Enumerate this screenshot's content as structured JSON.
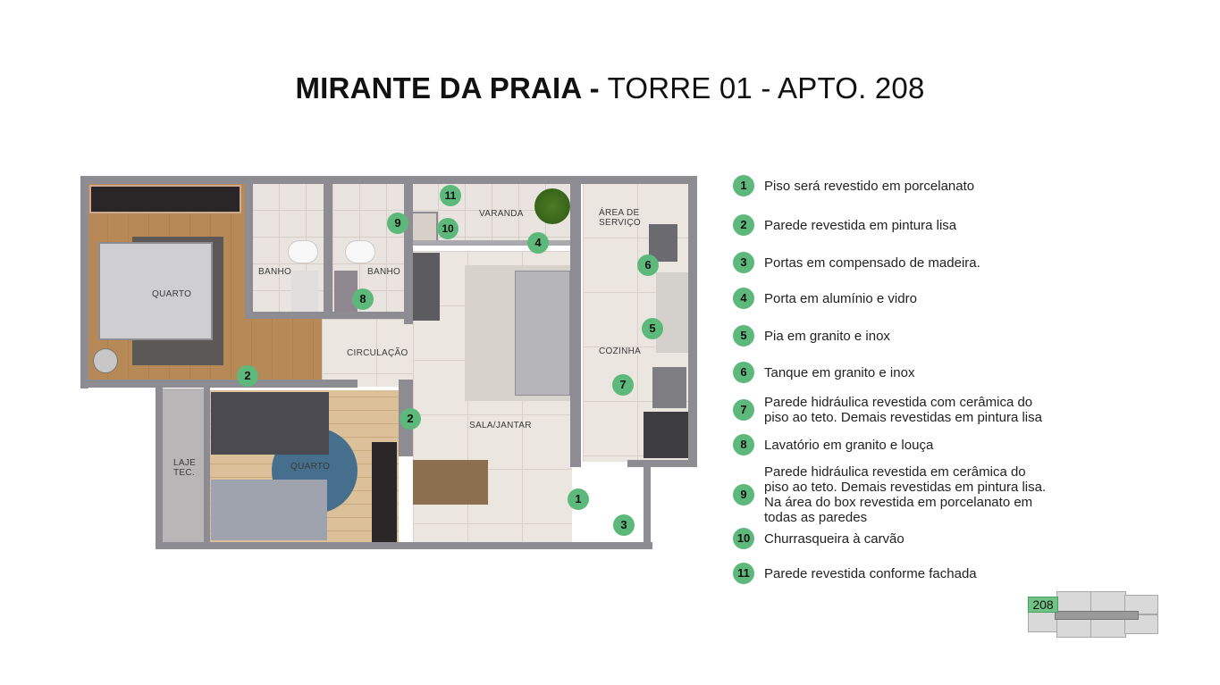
{
  "title": {
    "bold": "MIRANTE DA PRAIA -",
    "light": "TORRE 01 - APTO. 208"
  },
  "plan": {
    "rooms": {
      "quarto_1": "QUARTO",
      "banho_1": "BANHO",
      "banho_2": "BANHO",
      "circulacao": "CIRCULAÇÃO",
      "varanda": "VARANDA",
      "area_servico_1": "ÁREA DE",
      "area_servico_2": "SERVIÇO",
      "cozinha": "COZINHA",
      "sala_jantar": "SALA/JANTAR",
      "quarto_2": "QUARTO",
      "laje_1": "LAJE",
      "laje_2": "TEC."
    },
    "markers": {
      "m11": "11",
      "m9": "9",
      "m10": "10",
      "m4": "4",
      "m6": "6",
      "m8": "8",
      "m5": "5",
      "m2a": "2",
      "m7": "7",
      "m2b": "2",
      "m1": "1",
      "m3": "3"
    }
  },
  "legend": {
    "accent_color": "#5cb97b",
    "items": [
      {
        "num": "1",
        "text": "Piso será revestido em porcelanato"
      },
      {
        "num": "2",
        "text": "Parede revestida em pintura lisa"
      },
      {
        "num": "3",
        "text": "Portas em compensado de madeira."
      },
      {
        "num": "4",
        "text": "Porta em alumínio e vidro"
      },
      {
        "num": "5",
        "text": "Pia em granito e inox"
      },
      {
        "num": "6",
        "text": "Tanque em granito e inox"
      },
      {
        "num": "7",
        "text": "Parede hidráulica revestida com cerâmica do piso ao teto. Demais revestidas em pintura lisa"
      },
      {
        "num": "8",
        "text": "Lavatório em granito e louça"
      },
      {
        "num": "9",
        "text": "Parede hidráulica revestida em cerâmica do piso ao teto. Demais revestidas em pintura lisa. Na área do box revestida em porcelanato em todas as paredes"
      },
      {
        "num": "10",
        "text": "Churrasqueira à carvão"
      },
      {
        "num": "11",
        "text": "Parede revestida conforme fachada"
      }
    ]
  },
  "keyplan": {
    "unit_label": "208"
  }
}
